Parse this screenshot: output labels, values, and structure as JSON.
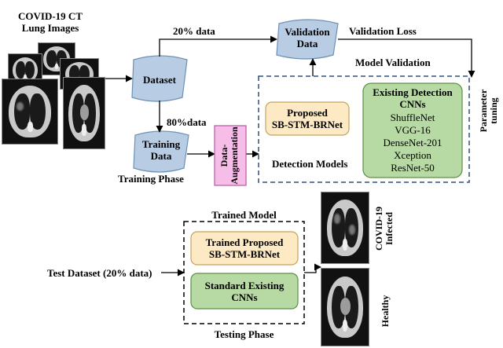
{
  "source_title": "COVID-19 CT\nLung Images",
  "dataset": "Dataset",
  "validation_data": "Validation\nData",
  "training_data": "Training\nData",
  "augmentation": "Data-\nAugmentation",
  "edge_20": "20% data",
  "edge_80": "80%data",
  "validation_loss": "Validation Loss",
  "model_validation": "Model Validation",
  "parameter_tuning": "Parameter\ntuning",
  "training_phase": "Training Phase",
  "detection_models": "Detection Models",
  "proposed": "Proposed\nSB-STM-BRNet",
  "existing_title": "Existing Detection\nCNNs",
  "existing_list": [
    "ShuffleNet",
    "VGG-16",
    "DenseNet-201",
    "Xception",
    "ResNet-50"
  ],
  "trained_model": "Trained Model",
  "trained_proposed": "Trained Proposed\nSB-STM-BRNet",
  "standard_existing": "Standard Existing\nCNNs",
  "test_dataset": "Test Dataset (20% data)",
  "testing_phase": "Testing Phase",
  "out_covid": "COVID-19\nInfected",
  "out_healthy": "Healthy",
  "colors": {
    "cylinder": "#b8cde4",
    "cylinder_edge": "#6e8fb5",
    "aug": "#f7bde9",
    "aug_edge": "#b25ba4",
    "proposed": "#fde9c4",
    "proposed_edge": "#c4a35d",
    "existing": "#b7d9a3",
    "existing_edge": "#5e8f44",
    "dashed_blue": "#2f4f7a"
  }
}
